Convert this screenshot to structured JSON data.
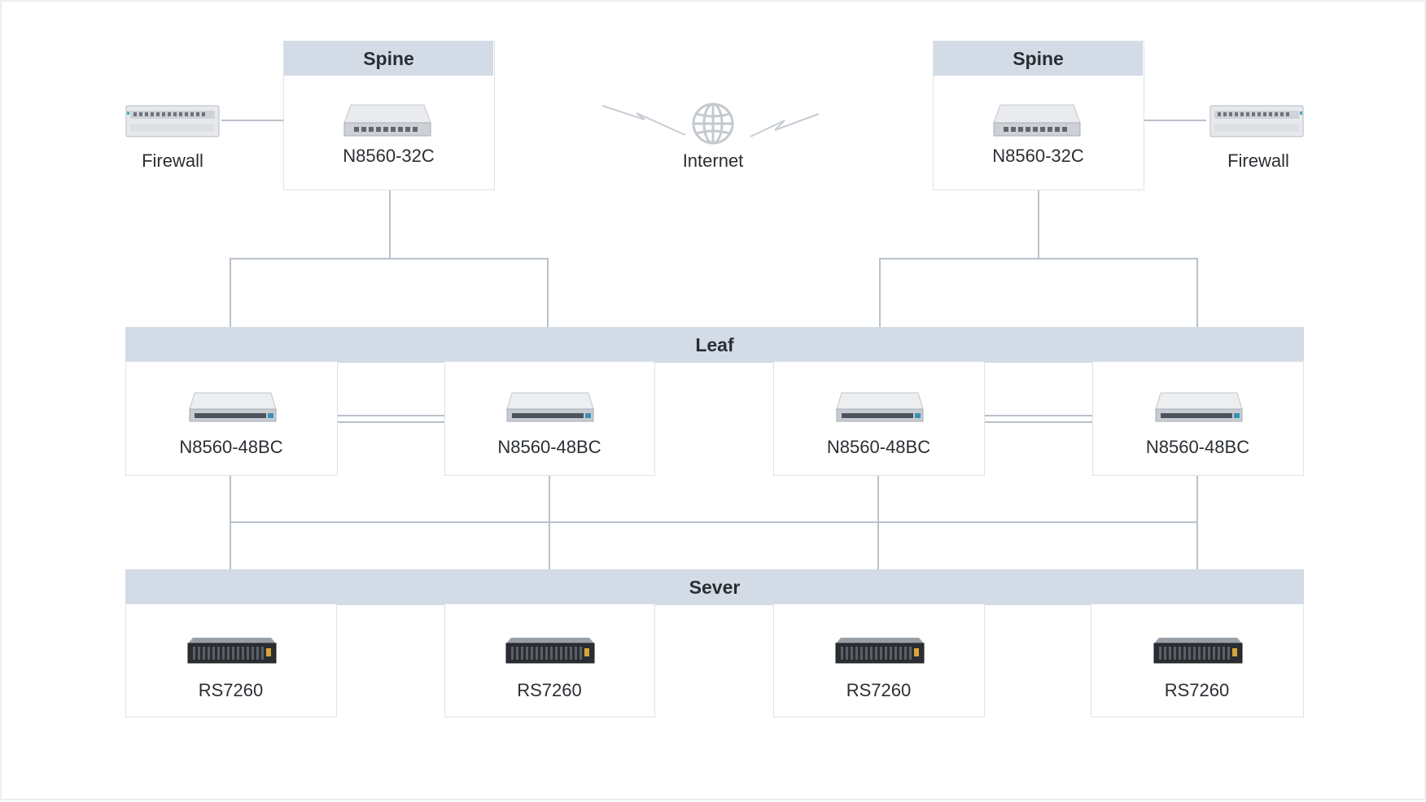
{
  "spines": [
    {
      "header": "Spine",
      "model": "N8560-32C"
    },
    {
      "header": "Spine",
      "model": "N8560-32C"
    }
  ],
  "firewalls": [
    {
      "label": "Firewall"
    },
    {
      "label": "Firewall"
    }
  ],
  "internet": {
    "label": "Internet"
  },
  "leaf": {
    "header": "Leaf",
    "switches": [
      {
        "model": "N8560-48BC"
      },
      {
        "model": "N8560-48BC"
      },
      {
        "model": "N8560-48BC"
      },
      {
        "model": "N8560-48BC"
      }
    ]
  },
  "server": {
    "header": "Sever",
    "units": [
      {
        "model": "RS7260"
      },
      {
        "model": "RS7260"
      },
      {
        "model": "RS7260"
      },
      {
        "model": "RS7260"
      }
    ]
  },
  "colors": {
    "band": "#d3dbe6",
    "border": "#dfe2e7",
    "wire": "#b9c1cb"
  }
}
